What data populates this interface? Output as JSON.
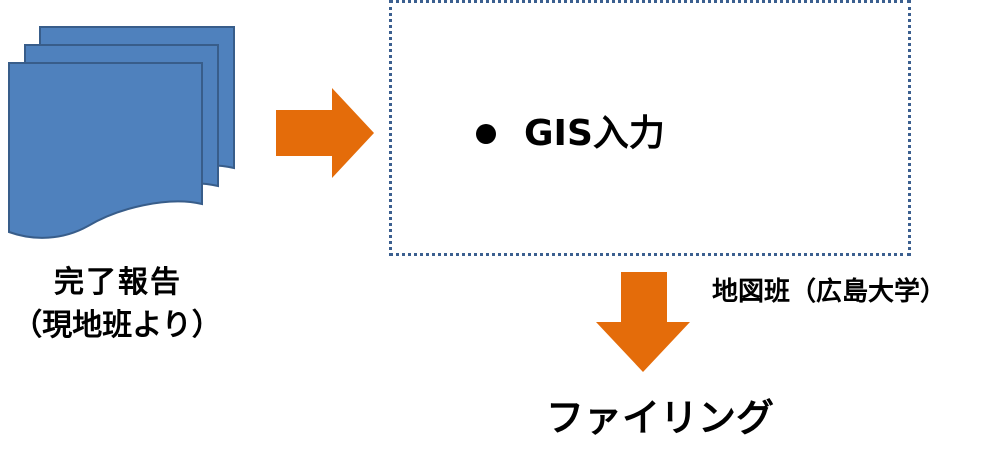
{
  "documents": {
    "icon": "stacked-documents-icon",
    "fill_color": "#4f81bd",
    "stroke_color": "#385d8a"
  },
  "report": {
    "line1": "完了報告",
    "line2": "（現地班より）"
  },
  "process_box": {
    "item": "GIS入力"
  },
  "team": {
    "label": "地図班（広島大学）"
  },
  "output": {
    "label": "ファイリング"
  },
  "colors": {
    "arrow": "#e46c0a",
    "box_border": "#3b5f8f"
  }
}
